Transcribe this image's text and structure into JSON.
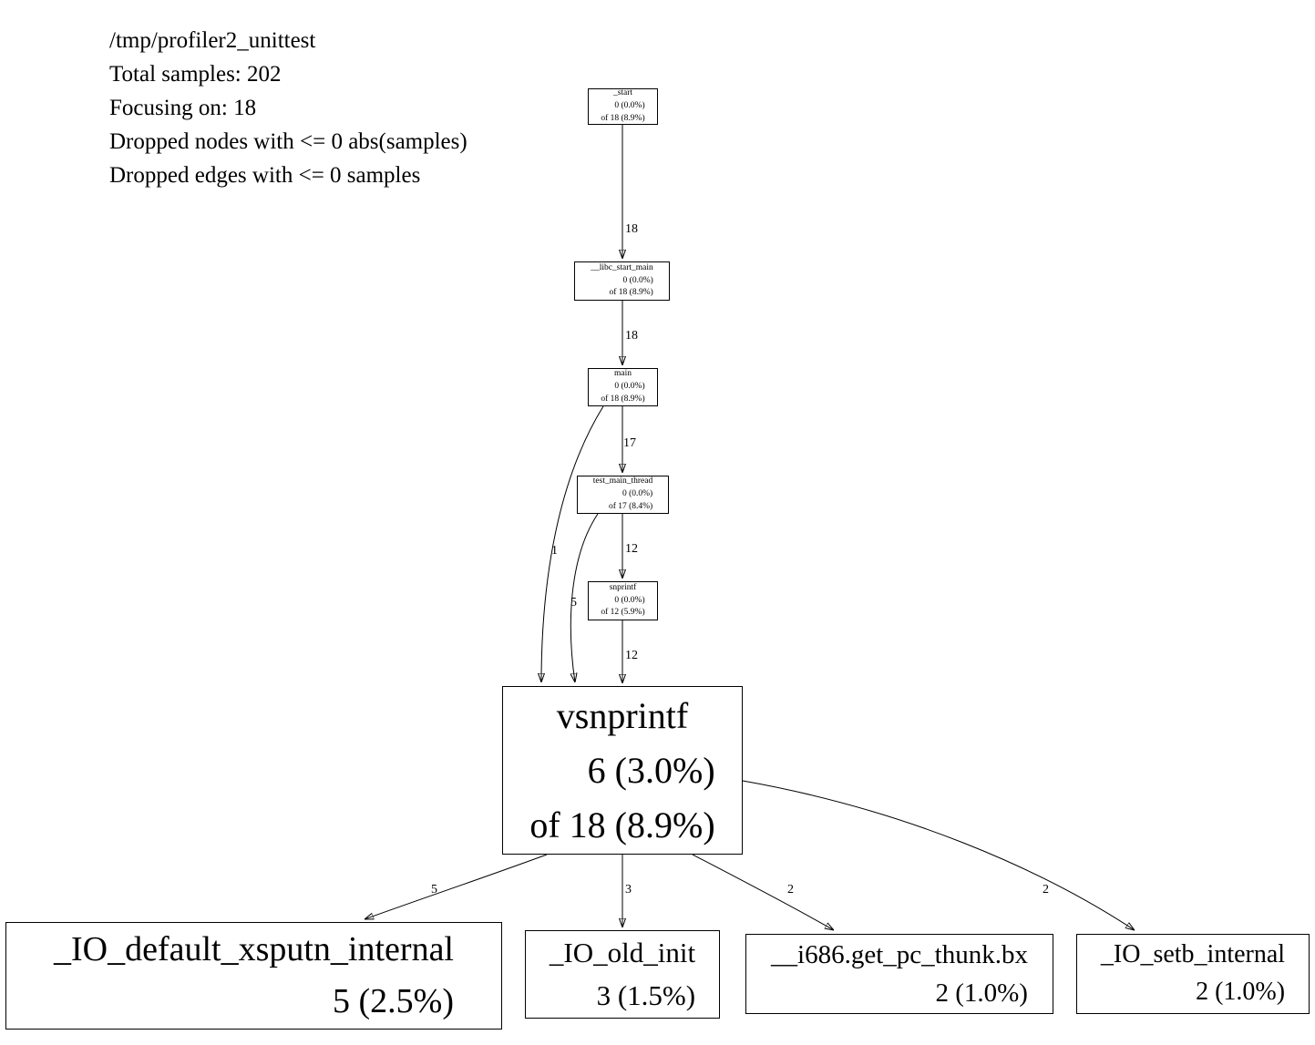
{
  "header": {
    "lines": [
      "/tmp/profiler2_unittest",
      "Total samples: 202",
      "Focusing on: 18",
      "Dropped nodes with <= 0 abs(samples)",
      "Dropped edges with <= 0 samples"
    ]
  },
  "nodes": [
    {
      "id": "start",
      "name": "_start",
      "self": "0 (0.0%)",
      "total": "of 18 (8.9%)"
    },
    {
      "id": "libc_start_main",
      "name": "__libc_start_main",
      "self": "0 (0.0%)",
      "total": "of 18 (8.9%)"
    },
    {
      "id": "main",
      "name": "main",
      "self": "0 (0.0%)",
      "total": "of 18 (8.9%)"
    },
    {
      "id": "test_main_thread",
      "name": "test_main_thread",
      "self": "0 (0.0%)",
      "total": "of 17 (8.4%)"
    },
    {
      "id": "snprintf",
      "name": "snprintf",
      "self": "0 (0.0%)",
      "total": "of 12 (5.9%)"
    },
    {
      "id": "vsnprintf",
      "name": "vsnprintf",
      "self": "6 (3.0%)",
      "total": "of 18 (8.9%)"
    },
    {
      "id": "io_default_xsputn",
      "name": "_IO_default_xsputn_internal",
      "self": "5 (2.5%)"
    },
    {
      "id": "io_old_init",
      "name": "_IO_old_init",
      "self": "3 (1.5%)"
    },
    {
      "id": "i686_get_pc_thunk",
      "name": "__i686.get_pc_thunk.bx",
      "self": "2 (1.0%)"
    },
    {
      "id": "io_setb_internal",
      "name": "_IO_setb_internal",
      "self": "2 (1.0%)"
    }
  ],
  "edges": [
    {
      "from": "_start",
      "to": "__libc_start_main",
      "label": "18"
    },
    {
      "from": "__libc_start_main",
      "to": "main",
      "label": "18"
    },
    {
      "from": "main",
      "to": "test_main_thread",
      "label": "17"
    },
    {
      "from": "main",
      "to": "vsnprintf",
      "label": "1"
    },
    {
      "from": "test_main_thread",
      "to": "snprintf",
      "label": "12"
    },
    {
      "from": "test_main_thread",
      "to": "vsnprintf",
      "label": "5"
    },
    {
      "from": "snprintf",
      "to": "vsnprintf",
      "label": "12"
    },
    {
      "from": "vsnprintf",
      "to": "_IO_default_xsputn_internal",
      "label": "5"
    },
    {
      "from": "vsnprintf",
      "to": "_IO_old_init",
      "label": "3"
    },
    {
      "from": "vsnprintf",
      "to": "__i686.get_pc_thunk.bx",
      "label": "2"
    },
    {
      "from": "vsnprintf",
      "to": "_IO_setb_internal",
      "label": "2"
    }
  ]
}
